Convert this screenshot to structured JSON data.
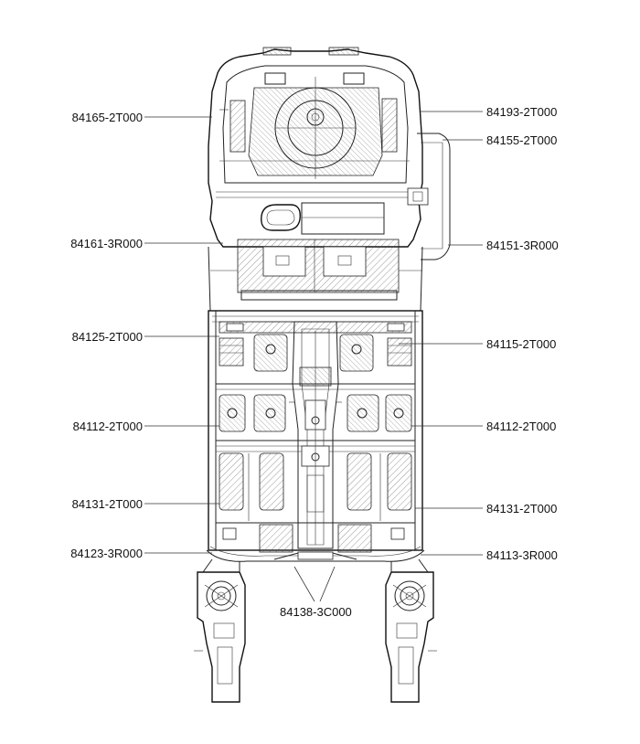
{
  "callouts": [
    {
      "id": "l1",
      "text": "84165-2T000"
    },
    {
      "id": "l2",
      "text": "84161-3R000"
    },
    {
      "id": "l3",
      "text": "84125-2T000"
    },
    {
      "id": "l4",
      "text": "84112-2T000"
    },
    {
      "id": "l5",
      "text": "84131-2T000"
    },
    {
      "id": "l6",
      "text": "84123-3R000"
    },
    {
      "id": "r1",
      "text": "84193-2T000"
    },
    {
      "id": "r2",
      "text": "84155-2T000"
    },
    {
      "id": "r3",
      "text": "84151-3R000"
    },
    {
      "id": "r4",
      "text": "84115-2T000"
    },
    {
      "id": "r5",
      "text": "84112-2T000"
    },
    {
      "id": "r6",
      "text": "84131-2T000"
    },
    {
      "id": "r7",
      "text": "84113-3R000"
    },
    {
      "id": "b1",
      "text": "84138-3C000"
    }
  ]
}
